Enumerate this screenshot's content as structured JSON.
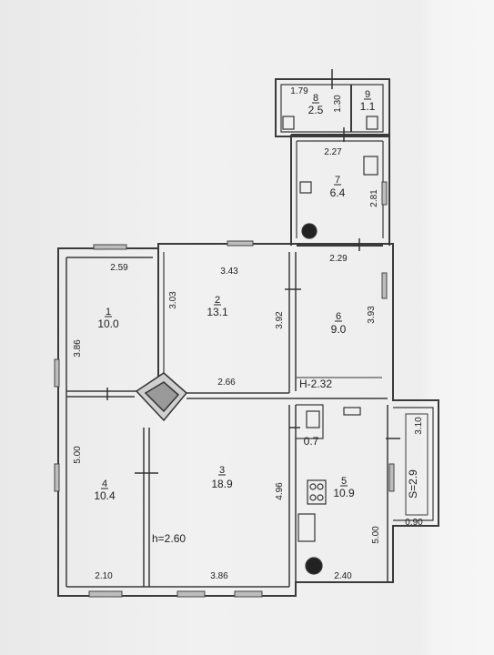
{
  "rooms": [
    {
      "id": "1",
      "number": "1",
      "area": "10.0"
    },
    {
      "id": "2",
      "number": "2",
      "area": "13.1"
    },
    {
      "id": "3",
      "number": "3",
      "area": "18.9"
    },
    {
      "id": "4",
      "number": "4",
      "area": "10.4"
    },
    {
      "id": "5",
      "number": "5",
      "area": "10.9"
    },
    {
      "id": "6",
      "number": "6",
      "area": "9.0"
    },
    {
      "id": "7",
      "number": "7",
      "area": "6.4"
    },
    {
      "id": "8",
      "number": "8",
      "area": "2.5"
    },
    {
      "id": "9",
      "number": "9",
      "area": "1.1"
    }
  ],
  "closet_area": "0.7",
  "balcony_area": "S=2.9",
  "height_main": "h=2.60",
  "height_kitchen": "H-2.32",
  "dimensions": {
    "d_179": "1.79",
    "d_130": "1.30",
    "d_227": "2.27",
    "d_281": "2.81",
    "d_259": "2.59",
    "d_343": "3.43",
    "d_229": "2.29",
    "d_303": "3.03",
    "d_392": "3.92",
    "d_393": "3.93",
    "d_386": "3.86",
    "d_266": "2.66",
    "d_500a": "5.00",
    "d_496": "4.96",
    "d_500b": "5.00",
    "d_310": "3.10",
    "d_090": "0.90",
    "d_210": "2.10",
    "d_386b": "3.86",
    "d_240": "2.40"
  }
}
